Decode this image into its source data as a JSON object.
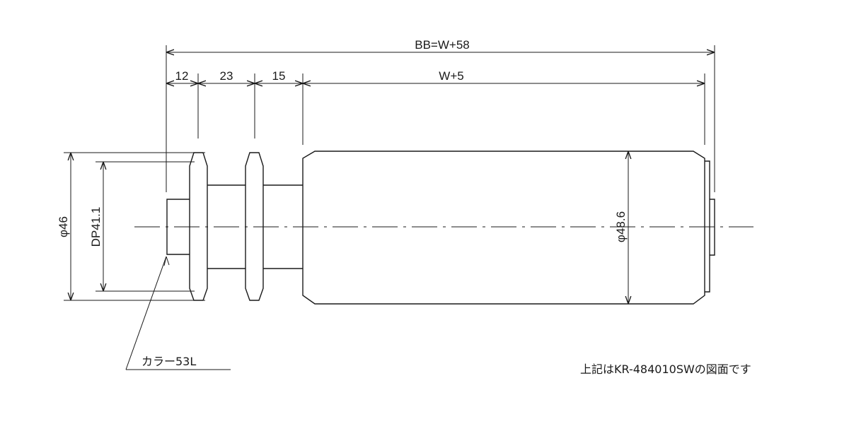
{
  "dimensions": {
    "overall": "BB=W+58",
    "collar_width": "12",
    "gap": "23",
    "offset": "15",
    "tube_length": "W+5",
    "flange_diameter": "φ46",
    "pitch_diameter": "DP41.1",
    "tube_diameter": "φ48.6"
  },
  "callout": "カラー53L",
  "note": "上記はKR-484010SWの図面です"
}
